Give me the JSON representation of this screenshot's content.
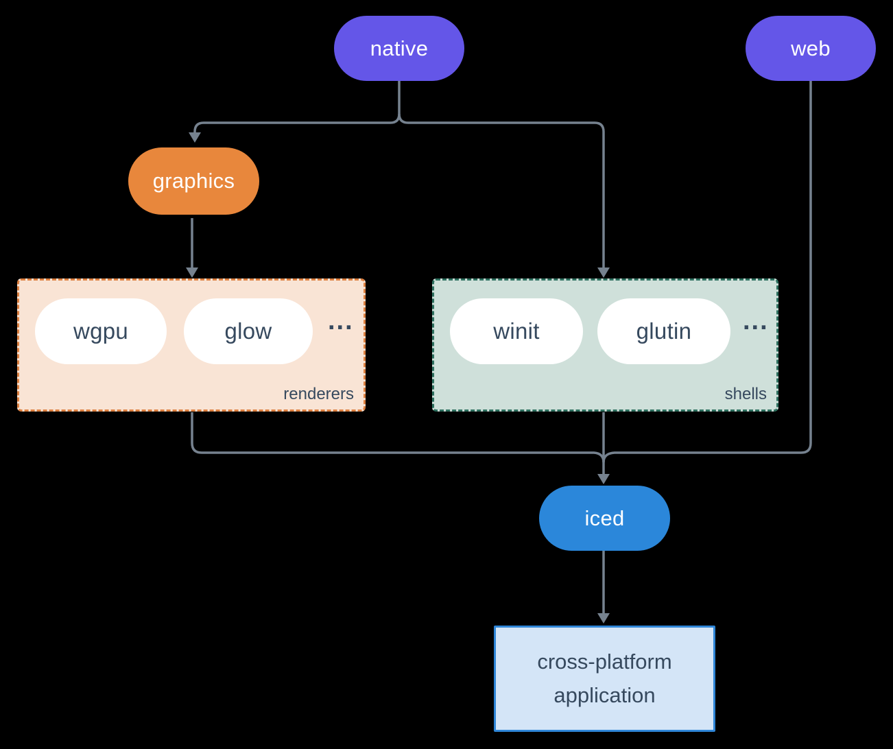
{
  "diagram": {
    "background": "#000000",
    "line_color": "#76828f"
  },
  "nodes": {
    "native": {
      "label": "native",
      "color": "#6456e8",
      "text_color": "#ffffff"
    },
    "web": {
      "label": "web",
      "color": "#6456e8",
      "text_color": "#ffffff"
    },
    "graphics": {
      "label": "graphics",
      "color": "#e8873c",
      "text_color": "#ffffff"
    },
    "iced": {
      "label": "iced",
      "color": "#2b87da",
      "text_color": "#ffffff"
    },
    "application": {
      "label": "cross-platform application",
      "line1": "cross-platform",
      "line2": "application",
      "fill": "#d4e5f7",
      "border": "#2f86d8",
      "text_color": "#36495e"
    }
  },
  "groups": {
    "renderers": {
      "label": "renderers",
      "items": [
        "wgpu",
        "glow"
      ],
      "more": "...",
      "fill": "#f9e4d5",
      "border": "#dd8040"
    },
    "shells": {
      "label": "shells",
      "items": [
        "winit",
        "glutin"
      ],
      "more": "...",
      "fill": "#cfe0da",
      "border": "#2e705f"
    }
  },
  "edges": [
    {
      "from": "native",
      "to": "graphics"
    },
    {
      "from": "native",
      "to": "shells"
    },
    {
      "from": "graphics",
      "to": "renderers"
    },
    {
      "from": "renderers",
      "to": "iced"
    },
    {
      "from": "shells",
      "to": "iced"
    },
    {
      "from": "web",
      "to": "iced"
    },
    {
      "from": "iced",
      "to": "application"
    }
  ]
}
